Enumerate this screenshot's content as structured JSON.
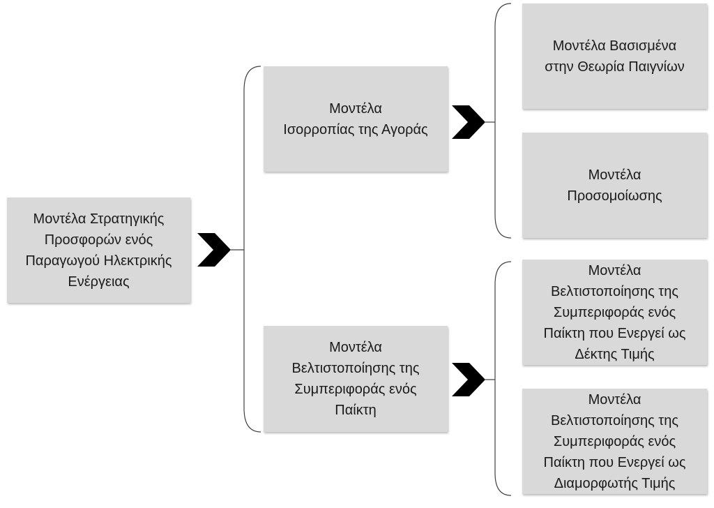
{
  "diagram": {
    "root": {
      "label": "Μοντέλα Στρατηγικής\nΠροσφορών ενός\nΠαραγωγού Ηλεκτρικής\nΕνέργειας"
    },
    "level1": [
      {
        "label": "Μοντέλα\nΙσορροπίας της Αγοράς",
        "children": [
          {
            "label": "Μοντέλα Βασισμένα\nστην Θεωρία Παιγνίων"
          },
          {
            "label": "Μοντέλα\nΠροσομοίωσης"
          }
        ]
      },
      {
        "label": "Μοντέλα\nΒελτιστοποίησης της\nΣυμπεριφοράς ενός\nΠαίκτη",
        "children": [
          {
            "label": "Μοντέλα\nΒελτιστοποίησης της\nΣυμπεριφοράς ενός\nΠαίκτη που Ενεργεί ως\nΔέκτης Τιμής"
          },
          {
            "label": "Μοντέλα\nΒελτιστοποίησης της\nΣυμπεριφοράς ενός\nΠαίκτη που Ενεργεί ως\nΔιαμορφωτής Τιμής"
          }
        ]
      }
    ],
    "colors": {
      "box_fill": "#d9d9d9",
      "chevron": "#000000",
      "connector": "#404040"
    }
  }
}
